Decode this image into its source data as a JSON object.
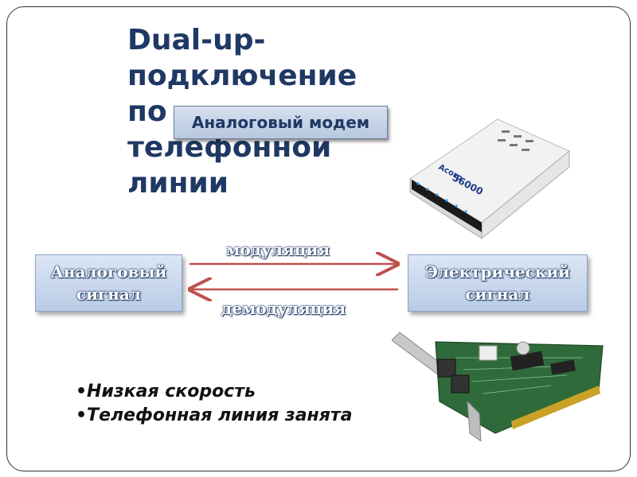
{
  "title": {
    "line1_bold": "Dual-up",
    "line1_rest": "-",
    "line2": "подключение",
    "line3": "по",
    "line3_hidden": "телефонной",
    "line4": "линии"
  },
  "modem_label": "Аналоговый модем",
  "left_box": {
    "line1": "Аналоговый",
    "line2": "сигнал"
  },
  "right_box": {
    "line1": "Электрический",
    "line2": "сигнал"
  },
  "arrow_top_label": "модуляция",
  "arrow_bottom_label": "демодуляция",
  "modem_brand": "Acorp",
  "modem_speed": "56000",
  "bullets": [
    "•Низкая скорость",
    "•Телефонная линия занята"
  ],
  "colors": {
    "title": "#1f3864",
    "arrow": "#c0504d",
    "box_fill": "#c9d7ec"
  }
}
